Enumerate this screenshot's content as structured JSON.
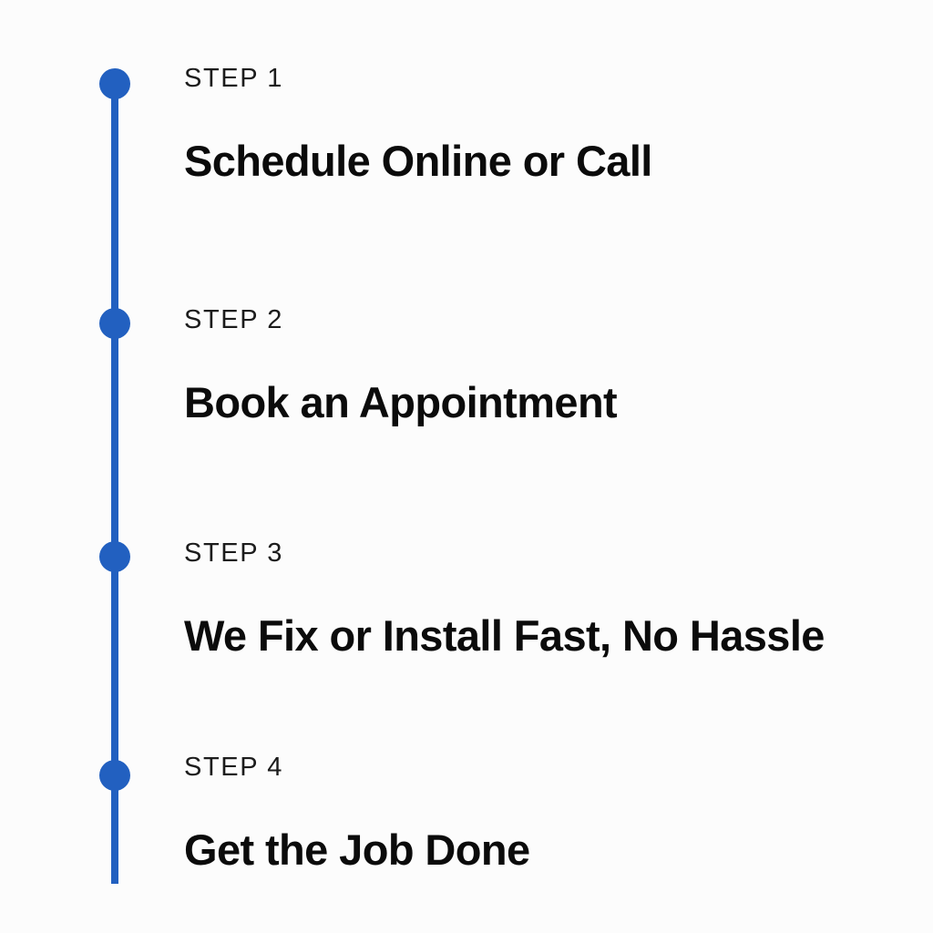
{
  "page": {
    "background_color": "#fcfcfc",
    "accent_color": "#2260c0",
    "text_color": "#0b0b0b",
    "label_color": "#1c1c1c"
  },
  "timeline": {
    "rail_color": "#2260c0",
    "steps": [
      {
        "label": "STEP 1",
        "title": "Schedule Online or Call",
        "marker": "timeline-dot"
      },
      {
        "label": "STEP 2",
        "title": "Book an Appointment",
        "marker": "timeline-dot"
      },
      {
        "label": "STEP 3",
        "title": "We Fix or Install Fast, No Hassle",
        "marker": "timeline-dot"
      },
      {
        "label": "STEP 4",
        "title": "Get the Job Done",
        "marker": "timeline-dot"
      }
    ]
  }
}
